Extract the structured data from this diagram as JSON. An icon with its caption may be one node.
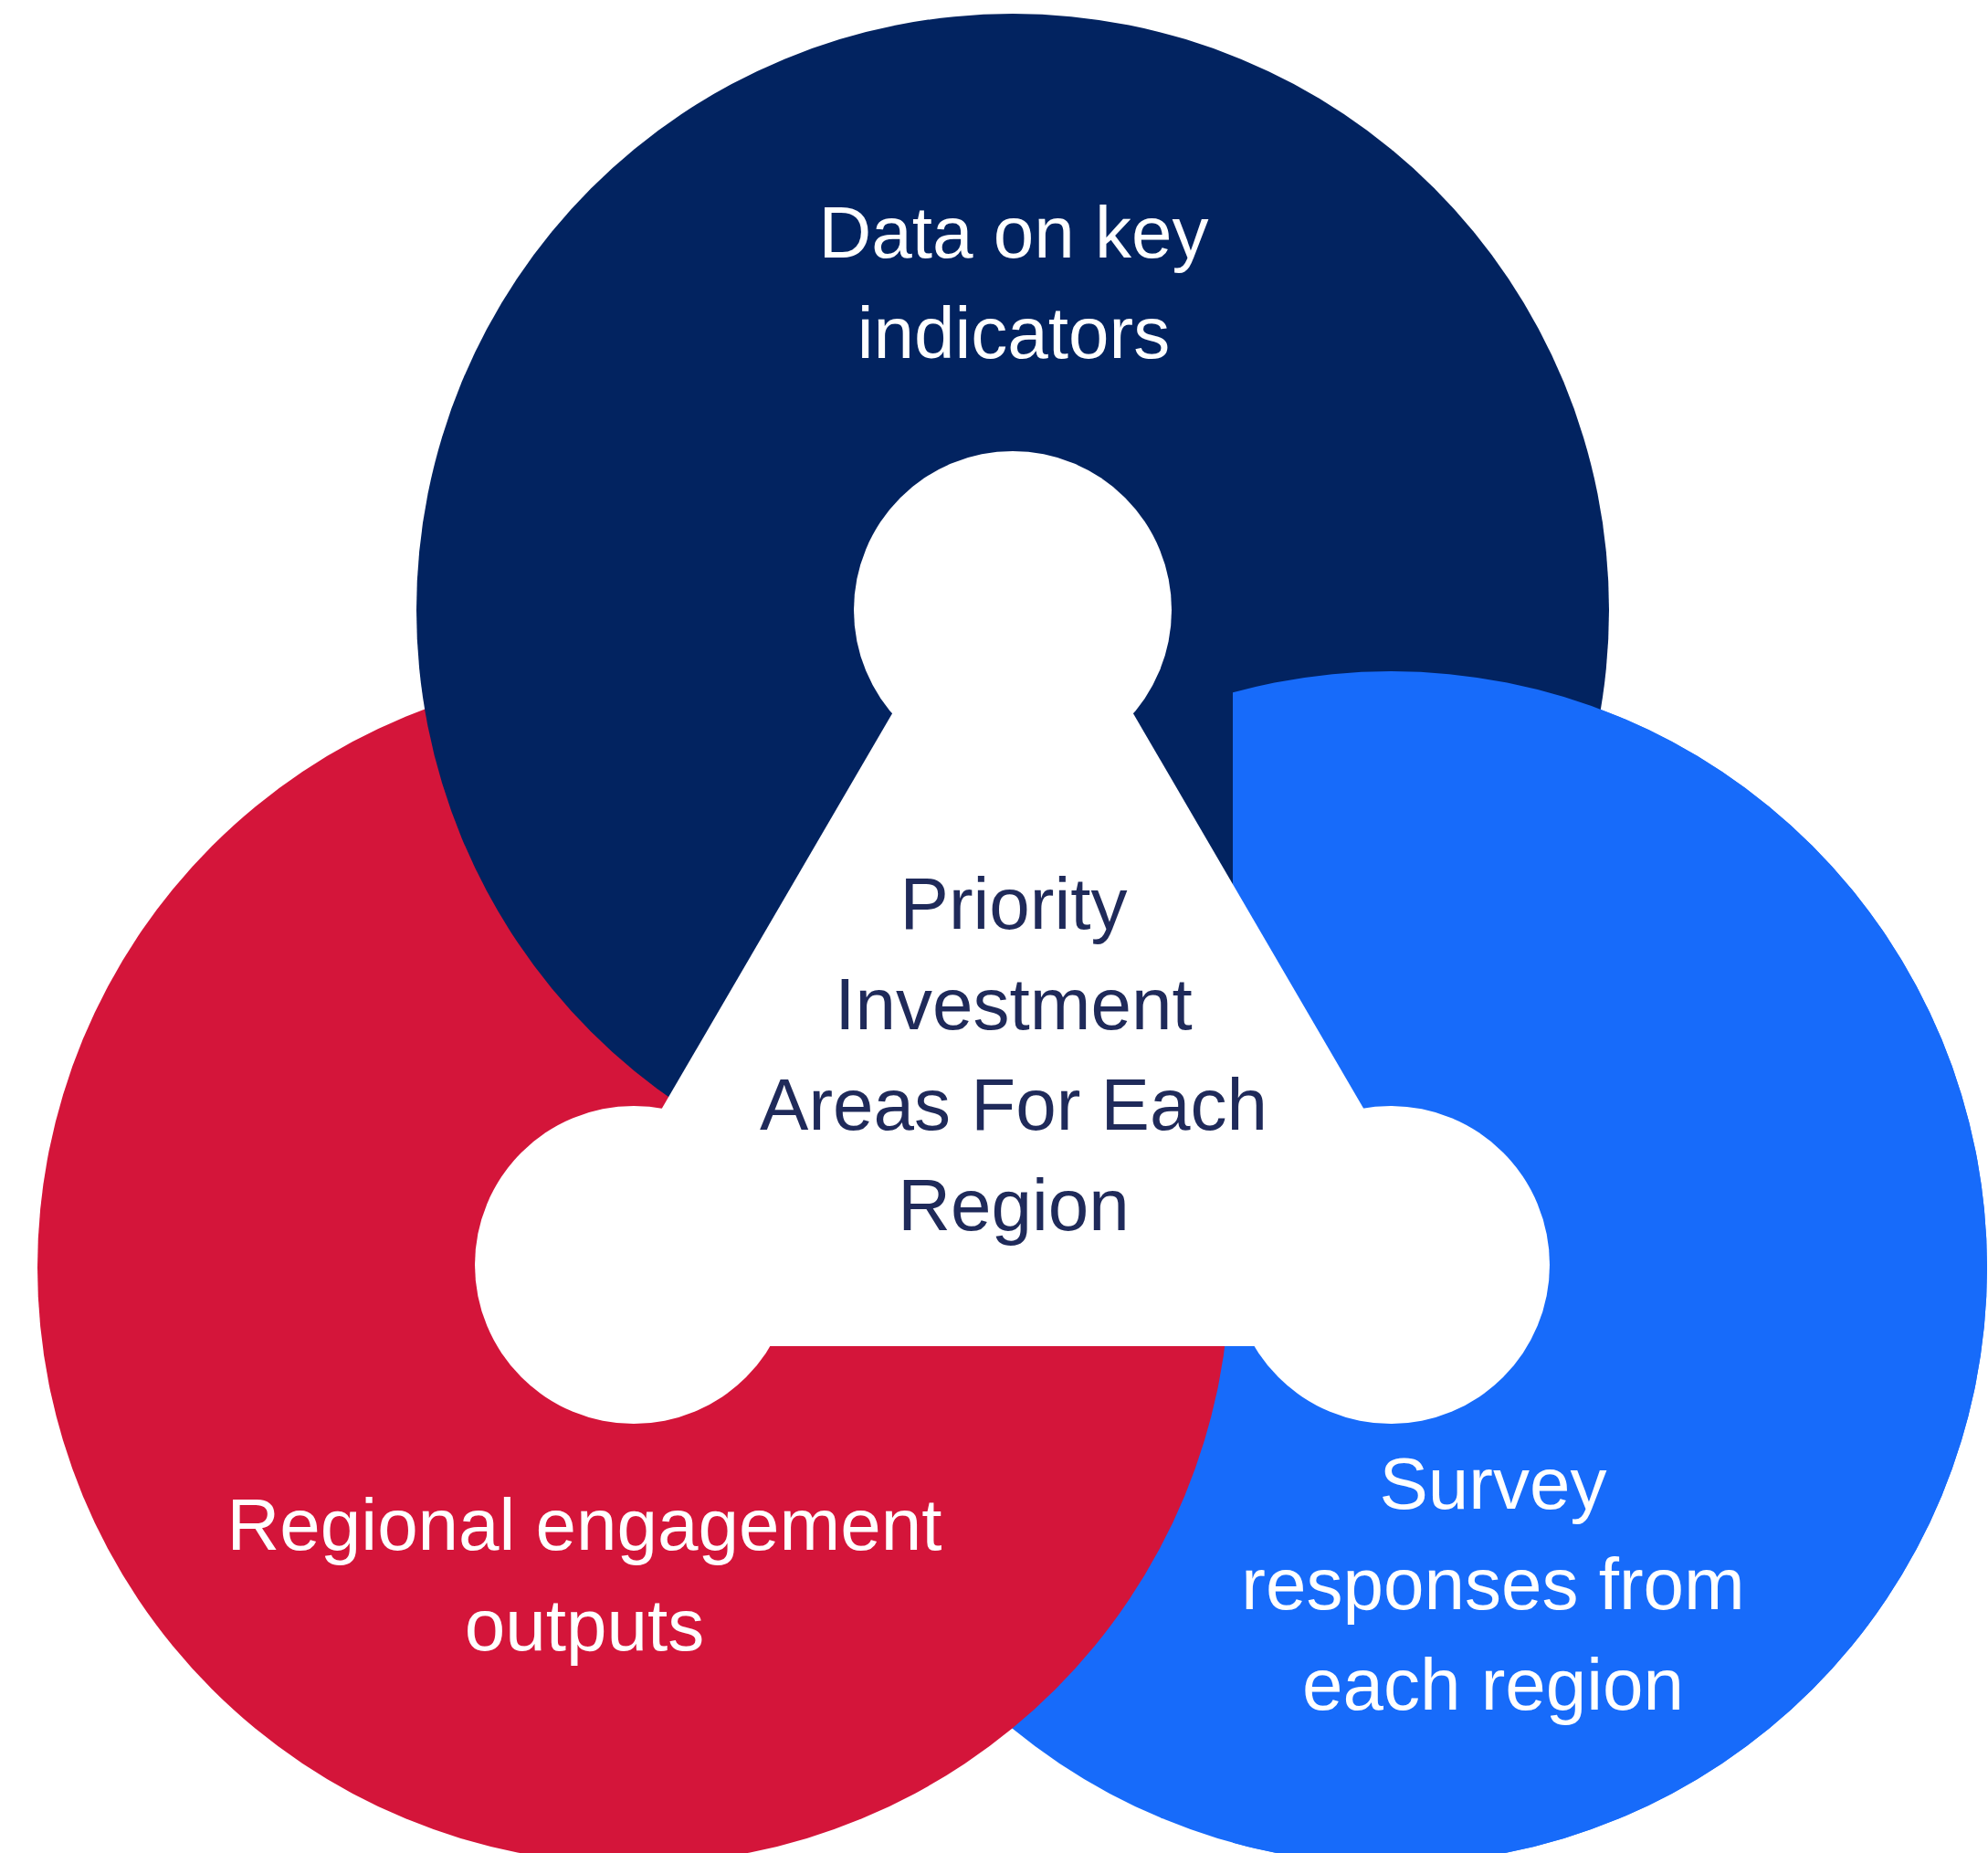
{
  "diagram": {
    "nodes": [
      {
        "text": [
          "Data on key indicators"
        ]
      },
      {
        "text": [
          "Survey responses from each region"
        ]
      },
      {
        "text": [
          "Regional engagement outputs"
        ]
      },
      {
        "text": [
          "Priority Investment Areas For Each Region"
        ]
      }
    ]
  }
}
